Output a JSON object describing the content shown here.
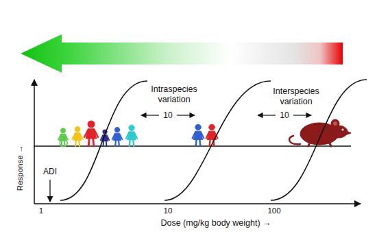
{
  "diagram": {
    "labels": [
      "Intraspecies variation",
      "Interspecies variation",
      "10",
      "10",
      "ADI",
      "1",
      "10",
      "100",
      "Dose (mg/kg body weight) →",
      "Response →"
    ]
  }
}
